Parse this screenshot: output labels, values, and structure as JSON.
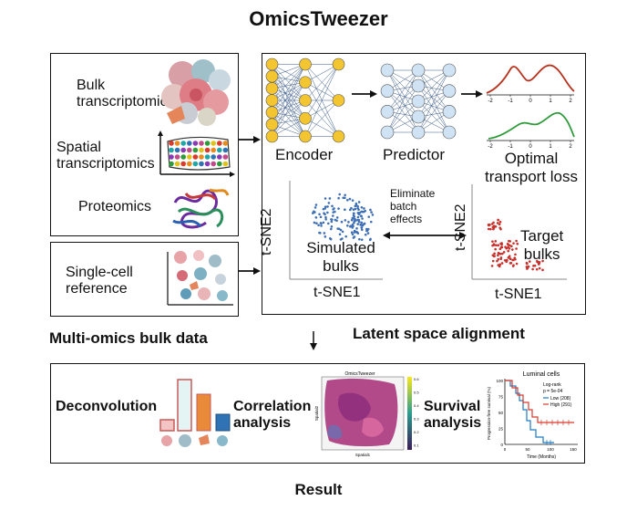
{
  "title": "OmicsTweezer",
  "inputs": {
    "bulk": "Bulk\ntranscriptomics",
    "spatial": "Spatial\ntranscriptomics",
    "proteomics": "Proteomics",
    "single_cell": "Single-cell\nreference"
  },
  "model": {
    "encoder": "Encoder",
    "predictor": "Predictor",
    "ot_loss": "Optimal\ntransport loss",
    "eliminate": "Eliminate\nbatch\neffects",
    "simulated": "Simulated\nbulks",
    "target": "Target\nbulks",
    "tsne1": "t-SNE1",
    "tsne2": "t-SNE2",
    "density_ticks": [
      "-2",
      "-1",
      "0",
      "1",
      "2"
    ]
  },
  "section_labels": {
    "multi_omics": "Multi-omics bulk data",
    "latent": "Latent space alignment"
  },
  "result": {
    "deconvolution": "Deconvolution",
    "correlation": "Correlation\nanalysis",
    "survival": "Survival\nanalysis",
    "footer": "Result",
    "km": {
      "title": "Luminal cells",
      "stat1": "Log-rank",
      "stat2": "p = 5e-04",
      "legend_low": "Low (208)",
      "legend_high": "High (291)",
      "ylabel": "Progression-free survival (%)",
      "xlabel": "Time (Months)",
      "yticks": [
        "100",
        "75",
        "50",
        "25",
        "0"
      ],
      "xticks": [
        "0",
        "50",
        "100",
        "150"
      ],
      "low_color": "#1f7ac0",
      "high_color": "#d93a2b"
    },
    "spatial_map": {
      "title": "OmicsTweezer",
      "xlabel": "Spatial1",
      "ylabel": "Spatial2",
      "colorbar_ticks": [
        "0.6",
        "0.5",
        "0.4",
        "0.3",
        "0.2",
        "0.1"
      ]
    }
  },
  "colors": {
    "node_yellow": "#f2c531",
    "node_blue": "#cfe3f5",
    "tsne_blue": "#3f6fb5",
    "tsne_red": "#c8302c",
    "curve_red": "#b8321e",
    "curve_green": "#2e9b3a"
  }
}
